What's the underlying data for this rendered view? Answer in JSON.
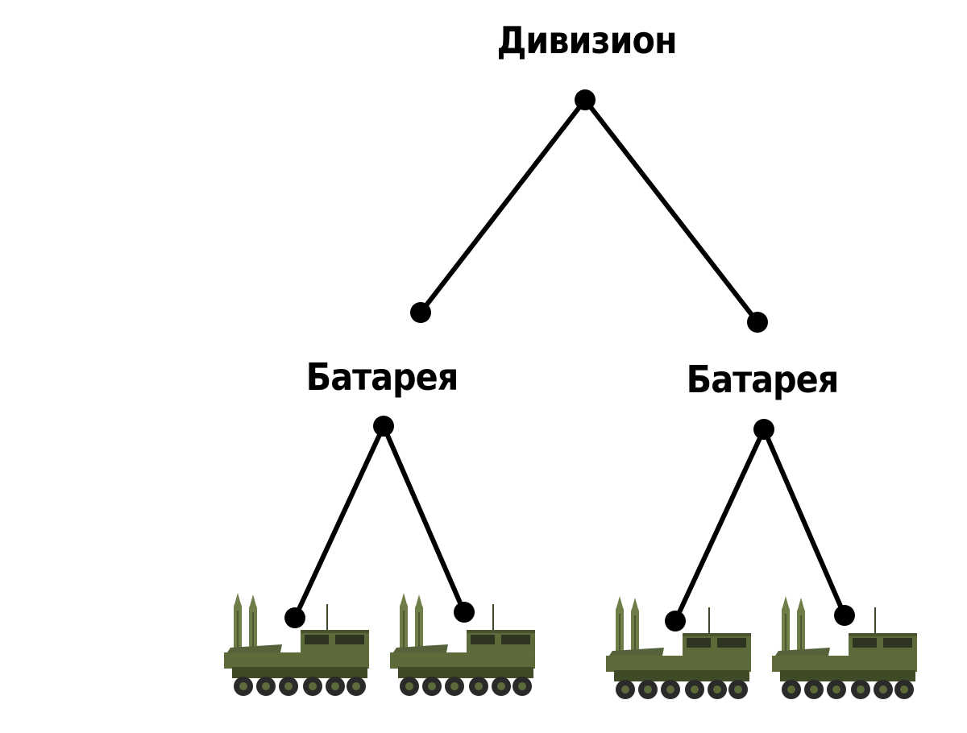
{
  "diagram": {
    "root": {
      "label": "Дивизион"
    },
    "batteries": [
      {
        "label": "Батарея"
      },
      {
        "label": "Батарея"
      }
    ],
    "launchers_per_battery": 2,
    "colors": {
      "line": "#000000",
      "vehicle_body": "#5d6b3a",
      "vehicle_dark": "#3f4a26",
      "missile": "#6f7d48",
      "wheel": "#2a2a2a"
    },
    "icons": [
      "missile-launcher-truck-icon"
    ]
  }
}
